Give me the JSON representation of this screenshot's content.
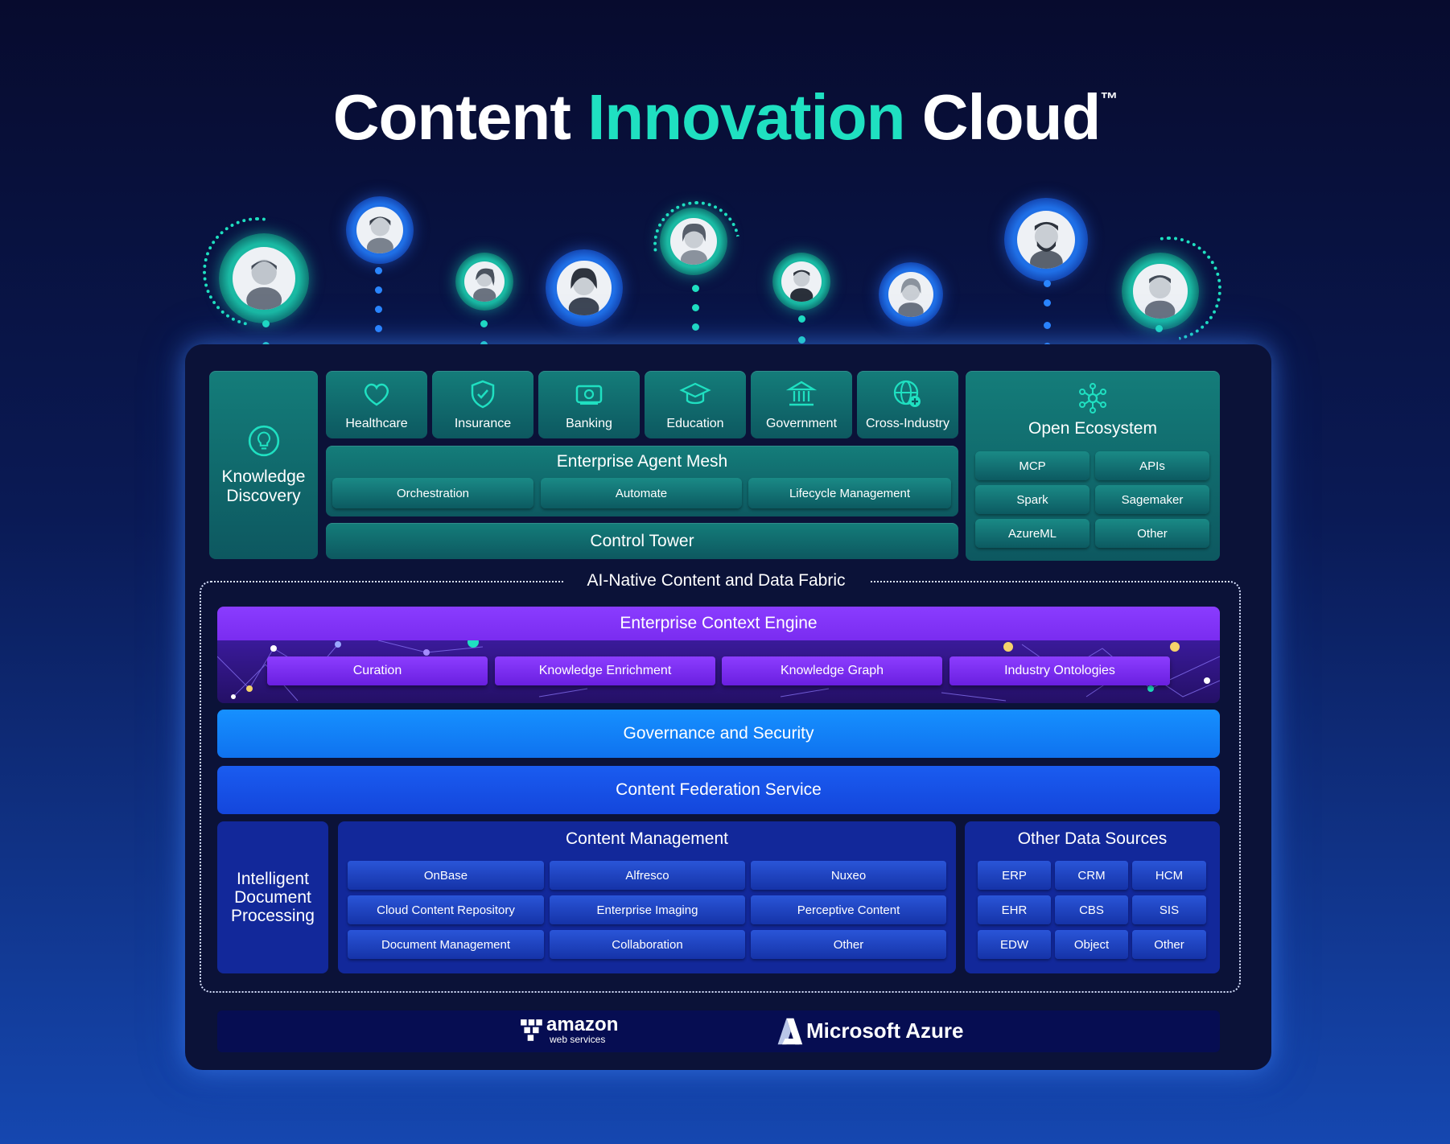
{
  "title": {
    "part1": "Content ",
    "accent": "Innovation",
    "part2": " Cloud",
    "tm": "™"
  },
  "colors": {
    "accent_teal": "#1fe0c1",
    "purple": "#8a3cff",
    "governance_blue": "#0f7bff",
    "federation_blue": "#1450e6",
    "navy": "#12289a"
  },
  "knowledge_discovery": {
    "label_line1": "Knowledge",
    "label_line2": "Discovery",
    "icon": "lightbulb-icon"
  },
  "industries": [
    {
      "label": "Healthcare",
      "icon": "heart-icon"
    },
    {
      "label": "Insurance",
      "icon": "shield-check-icon"
    },
    {
      "label": "Banking",
      "icon": "money-icon"
    },
    {
      "label": "Education",
      "icon": "graduation-cap-icon"
    },
    {
      "label": "Government",
      "icon": "government-building-icon"
    },
    {
      "label": "Cross-Industry",
      "icon": "globe-plus-icon"
    }
  ],
  "agent_mesh": {
    "title": "Enterprise Agent Mesh",
    "items": [
      "Orchestration",
      "Automate",
      "Lifecycle Management"
    ]
  },
  "control_tower": "Control Tower",
  "open_ecosystem": {
    "title": "Open Ecosystem",
    "icon": "network-hub-icon",
    "items": [
      "MCP",
      "APIs",
      "Spark",
      "Sagemaker",
      "AzureML",
      "Other"
    ]
  },
  "fabric_label": "AI-Native Content and Data Fabric",
  "context_engine": {
    "title": "Enterprise Context Engine",
    "items": [
      "Curation",
      "Knowledge Enrichment",
      "Knowledge Graph",
      "Industry Ontologies"
    ]
  },
  "governance": "Governance and Security",
  "federation": "Content Federation Service",
  "idp": {
    "line1": "Intelligent",
    "line2": "Document",
    "line3": "Processing"
  },
  "content_management": {
    "title": "Content Management",
    "items": [
      "OnBase",
      "Alfresco",
      "Nuxeo",
      "Cloud Content Repository",
      "Enterprise Imaging",
      "Perceptive Content",
      "Document Management",
      "Collaboration",
      "Other"
    ]
  },
  "other_sources": {
    "title": "Other Data Sources",
    "items": [
      "ERP",
      "CRM",
      "HCM",
      "EHR",
      "CBS",
      "SIS",
      "EDW",
      "Object",
      "Other"
    ]
  },
  "clouds": {
    "aws_main": "amazon",
    "aws_sub": "web services",
    "azure": "Microsoft Azure"
  }
}
